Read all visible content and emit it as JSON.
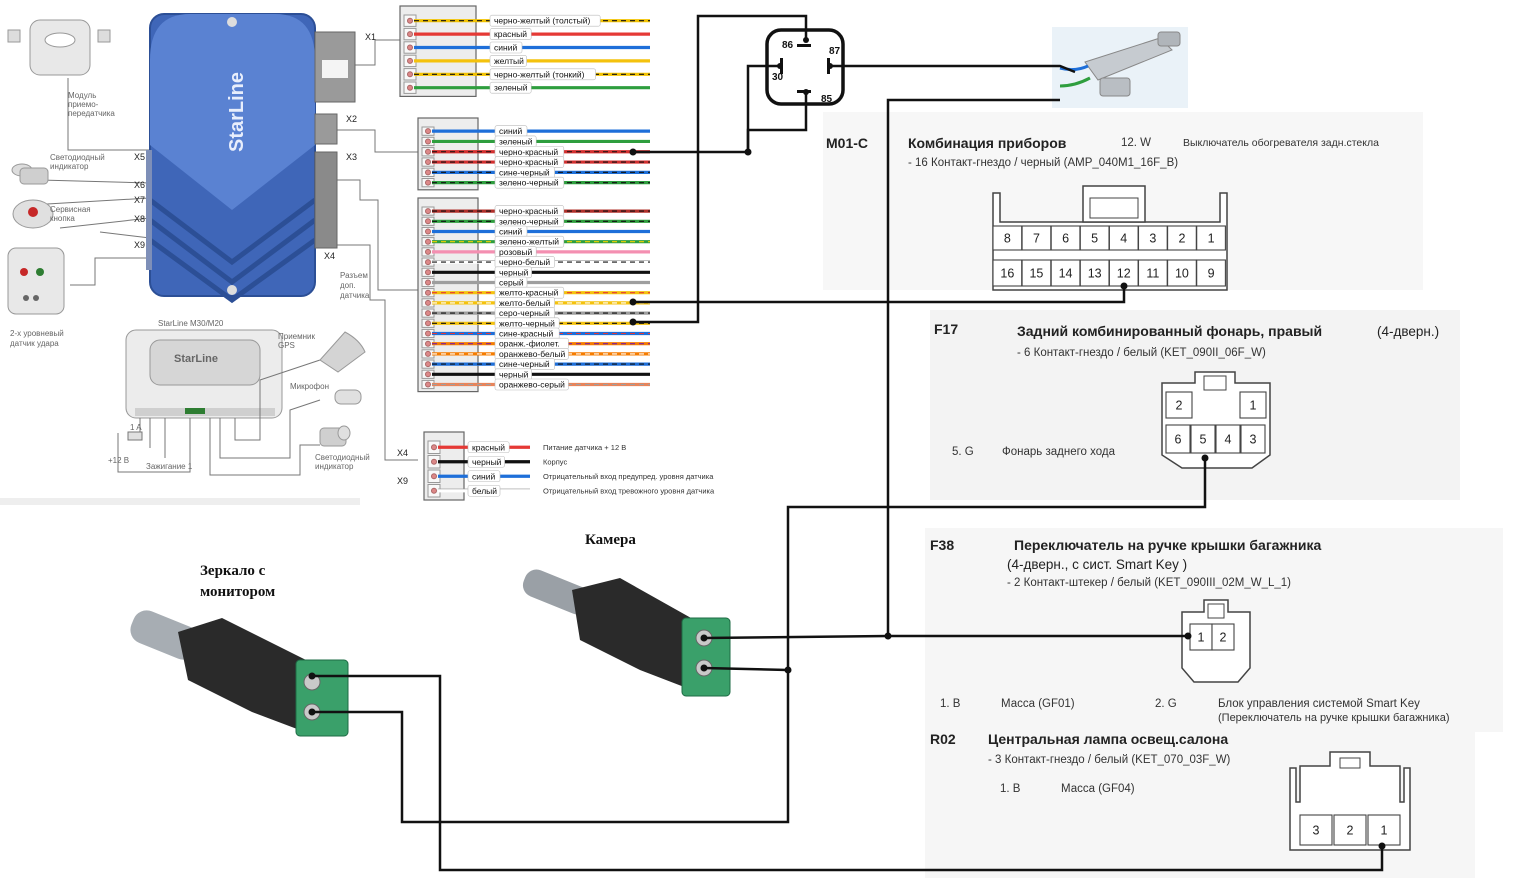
{
  "starline": {
    "brand": "StarLine",
    "module_brand": "StarLine",
    "module_title": "StarLine M30/M20",
    "ports": [
      "X1",
      "X2",
      "X3",
      "X4",
      "X5",
      "X6",
      "X7",
      "X8",
      "X9"
    ],
    "transceiver_label": [
      "Модуль",
      "приемо-",
      "передатчика"
    ],
    "led_label": [
      "Светодиодный",
      "индикатор"
    ],
    "service_button_label": [
      "Сервисная",
      "кнопка"
    ],
    "shock_sensor_label": [
      "2-х уровневый",
      "датчик удара"
    ],
    "extra_sensor_label": [
      "Разъем",
      "доп.",
      "датчика"
    ],
    "gps_label": [
      "Приемник",
      "GPS"
    ],
    "mic_label": "Микрофон",
    "led2_label": [
      "Светодиодный",
      "индикатор"
    ],
    "fuse_label": "1 A",
    "plus12_label": "+12 В",
    "ignition_label": "Зажигание 1"
  },
  "harness": {
    "x1": [
      {
        "label": "черно-желтый (толстый)",
        "color": "#f2c200",
        "stripe": "#111"
      },
      {
        "label": "красный",
        "color": "#e53935",
        "stripe": ""
      },
      {
        "label": "синий",
        "color": "#1e6fd9",
        "stripe": ""
      },
      {
        "label": "желтый",
        "color": "#f4c20d",
        "stripe": ""
      },
      {
        "label": "черно-желтый (тонкий)",
        "color": "#f2c200",
        "stripe": "#111"
      },
      {
        "label": "зеленый",
        "color": "#2e9e3e",
        "stripe": ""
      }
    ],
    "x2": [
      {
        "label": "синий",
        "color": "#1e6fd9",
        "stripe": ""
      },
      {
        "label": "зеленый",
        "color": "#2e9e3e",
        "stripe": ""
      },
      {
        "label": "черно-красный",
        "color": "#d32f2f",
        "stripe": "#111"
      },
      {
        "label": "черно-красный",
        "color": "#d32f2f",
        "stripe": "#111"
      },
      {
        "label": "сине-черный",
        "color": "#1e6fd9",
        "stripe": "#111"
      },
      {
        "label": "зелено-черный",
        "color": "#2e9e3e",
        "stripe": "#111"
      }
    ],
    "x3": [
      {
        "label": "черно-красный",
        "color": "#b0302a",
        "stripe": "#111"
      },
      {
        "label": "зелено-черный",
        "color": "#2e9e3e",
        "stripe": "#111"
      },
      {
        "label": "синий",
        "color": "#1e6fd9",
        "stripe": ""
      },
      {
        "label": "зелено-желтый",
        "color": "#2e9e3e",
        "stripe": "#f2d200"
      },
      {
        "label": "розовый",
        "color": "#f48fb1",
        "stripe": ""
      },
      {
        "label": "черно-белый",
        "color": "#ffffff",
        "stripe": "#111"
      },
      {
        "label": "черный",
        "color": "#111111",
        "stripe": ""
      },
      {
        "label": "серый",
        "color": "#9e9e9e",
        "stripe": ""
      },
      {
        "label": "желто-красный",
        "color": "#f4c20d",
        "stripe": "#e53935"
      },
      {
        "label": "желто-белый",
        "color": "#f4c20d",
        "stripe": "#ffffff"
      },
      {
        "label": "серо-черный",
        "color": "#9e9e9e",
        "stripe": "#111"
      },
      {
        "label": "желто-черный",
        "color": "#f4c20d",
        "stripe": "#111"
      },
      {
        "label": "сине-красный",
        "color": "#1e6fd9",
        "stripe": "#e53935"
      },
      {
        "label": "оранж.-фиолет.",
        "color": "#f57c00",
        "stripe": "#7b1fa2"
      },
      {
        "label": "оранжево-белый",
        "color": "#f57c00",
        "stripe": "#ffffff"
      },
      {
        "label": "сине-черный",
        "color": "#1e6fd9",
        "stripe": "#111"
      },
      {
        "label": "черный",
        "color": "#111111",
        "stripe": ""
      },
      {
        "label": "оранжево-серый",
        "color": "#e8845a",
        "stripe": "#9e9e9e"
      }
    ],
    "x4": [
      {
        "label": "красный",
        "color": "#e53935",
        "desc": "Питание датчика + 12 В"
      },
      {
        "label": "черный",
        "color": "#111111",
        "desc": "Корпус"
      },
      {
        "label": "синий",
        "color": "#1e6fd9",
        "desc": "Отрицательный вход предупред. уровня датчика"
      },
      {
        "label": "белый",
        "color": "#ffffff",
        "desc": "Отрицательный вход тревожного уровня датчика"
      }
    ]
  },
  "relay": {
    "pins": [
      "86",
      "87",
      "30",
      "85"
    ]
  },
  "connectors": {
    "m01": {
      "code": "M01-C",
      "title": "Комбинация приборов",
      "pin_note": "12. W",
      "pin_desc": "Выключатель обогревателя задн.стекла",
      "sub": "- 16 Контакт-гнездо / черный (AMP_040M1_16F_B)",
      "top_pins": [
        "8",
        "7",
        "6",
        "5",
        "4",
        "3",
        "2",
        "1"
      ],
      "bottom_pins": [
        "16",
        "15",
        "14",
        "13",
        "12",
        "11",
        "10",
        "9"
      ]
    },
    "f17": {
      "code": "F17",
      "title": "Задний комбинированный фонарь, правый",
      "title_note": "(4-дверн.)",
      "sub": "- 6 Контакт-гнездо / белый (KET_090II_06F_W)",
      "pin_note": "5. G",
      "pin_desc": "Фонарь заднего хода",
      "top_pins": [
        "2",
        "1"
      ],
      "bottom_pins": [
        "6",
        "5",
        "4",
        "3"
      ]
    },
    "f38": {
      "code": "F38",
      "title": "Переключатель на ручке крышки багажника",
      "line2": "(4-дверн., с сист. Smart Key )",
      "sub": "- 2 Контакт-штекер / белый (KET_090III_02M_W_L_1)",
      "pins": [
        "1",
        "2"
      ],
      "note1": "1. B",
      "desc1": "Масса (GF01)",
      "note2": "2. G",
      "desc2": "Блок управления системой Smart Key",
      "desc2b": "(Переключатель на ручке крышки багажника)"
    },
    "r02": {
      "code": "R02",
      "title": "Центральная лампа освещ.салона",
      "sub": "- 3 Контакт-гнездо / белый (KET_070_03F_W)",
      "note1": "1. B",
      "desc1": "Масса (GF04)",
      "pins": [
        "3",
        "2",
        "1"
      ]
    }
  },
  "labels": {
    "camera": "Камера",
    "mirror_line1": "Зеркало с",
    "mirror_line2": "монитором"
  }
}
